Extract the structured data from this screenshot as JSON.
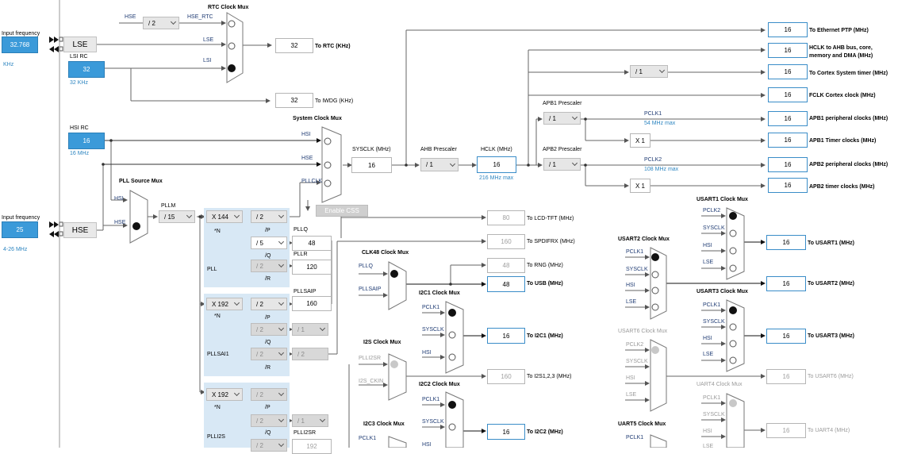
{
  "input_hse_left": {
    "title": "Input frequency",
    "value": "32.768",
    "unit": "KHz"
  },
  "lse": {
    "label": "LSE"
  },
  "lsi": {
    "title": "LSI RC",
    "value": "32",
    "unit": "32 KHz"
  },
  "hsi": {
    "title": "HSI RC",
    "value": "16",
    "unit": "16 MHz"
  },
  "input_hse": {
    "title": "Input frequency",
    "value": "25",
    "range": "4-26 MHz"
  },
  "hse": {
    "label": "HSE"
  },
  "rtc_mux": {
    "title": "RTC Clock Mux",
    "hse_label": "HSE",
    "div_value": "/ 2",
    "hse_rtc": "HSE_RTC",
    "lse": "LSE",
    "lsi": "LSI"
  },
  "rtc_out": {
    "value": "32",
    "label": "To RTC (KHz)"
  },
  "iwdg_out": {
    "value": "32",
    "label": "To IWDG (KHz)"
  },
  "sys_mux": {
    "title": "System Clock Mux",
    "hsi": "HSI",
    "hse": "HSE",
    "pllclk": "PLLCLK",
    "css": "Enable CSS"
  },
  "sysclk": {
    "label": "SYSCLK (MHz)",
    "value": "16"
  },
  "ahb": {
    "label": "AHB Prescaler",
    "value": "/ 1"
  },
  "hclk": {
    "label": "HCLK (MHz)",
    "value": "16",
    "max": "216 MHz max"
  },
  "apb1": {
    "label": "APB1 Prescaler",
    "value": "/ 1",
    "pclk": "PCLK1",
    "max": "54 MHz max"
  },
  "apb2": {
    "label": "APB2 Prescaler",
    "value": "/ 1",
    "pclk": "PCLK2",
    "max": "108 MHz max"
  },
  "cortex_div": {
    "value": "/ 1"
  },
  "outputs": [
    {
      "value": "16",
      "label": "To Ethernet PTP (MHz)"
    },
    {
      "value": "16",
      "label": "HCLK to AHB bus, core,",
      "label2": "memory and DMA (MHz)"
    },
    {
      "value": "16",
      "label": "To Cortex System timer (MHz)"
    },
    {
      "value": "16",
      "label": "FCLK Cortex clock (MHz)"
    },
    {
      "value": "16",
      "label": "APB1 peripheral clocks (MHz)"
    },
    {
      "value": "16",
      "label": "APB1 Timer clocks (MHz)"
    },
    {
      "value": "16",
      "label": "APB2 peripheral clocks (MHz)"
    },
    {
      "value": "16",
      "label": "APB2 timer clocks (MHz)"
    }
  ],
  "x1_a": "X 1",
  "x1_b": "X 1",
  "pll_src": {
    "title": "PLL Source Mux",
    "hsi": "HSI",
    "hse": "HSE"
  },
  "pllm": {
    "label": "PLLM",
    "value": "/ 15"
  },
  "pll": {
    "name": "PLL",
    "n": "X 144",
    "n_lbl": "*N",
    "p": "/ 2",
    "p_lbl": "/P",
    "q": "/ 5",
    "q_lbl": "/Q",
    "r": "/ 2",
    "r_lbl": "/R",
    "pllq": "PLLQ",
    "pllq_val": "48",
    "pllr": "PLLR",
    "pllr_val": "120"
  },
  "pllsai1": {
    "name": "PLLSAI1",
    "n": "X 192",
    "n_lbl": "*N",
    "p": "/ 2",
    "p_lbl": "/P",
    "q": "/ 2",
    "q_lbl": "/Q",
    "q2": "/ 1",
    "r": "/ 2",
    "r_lbl": "/R",
    "r2": "/ 2",
    "pllsaip": "PLLSAIP",
    "pllsaip_val": "160"
  },
  "plli2s": {
    "name": "PLLI2S",
    "n": "X 192",
    "n_lbl": "*N",
    "p": "/ 2",
    "p_lbl": "/P",
    "q": "/ 2",
    "q_lbl": "/Q",
    "q2": "/ 1",
    "r": "/ 2",
    "r_lbl": "/R",
    "plli2sr": "PLLI2SR",
    "plli2sr_val": "192"
  },
  "lcd": {
    "value": "80",
    "label": "To LCD-TFT (MHz)"
  },
  "spdif": {
    "value": "160",
    "label": "To SPDIFRX (MHz)"
  },
  "clk48": {
    "title": "CLK48 Clock Mux",
    "pllq": "PLLQ",
    "pllsaip": "PLLSAIP"
  },
  "rng": {
    "value": "48",
    "label": "To RNG (MHz)"
  },
  "usb": {
    "value": "48",
    "label": "To USB (MHz)"
  },
  "i2c1": {
    "title": "I2C1 Clock Mux",
    "in1": "PCLK1",
    "in2": "SYSCLK",
    "in3": "HSI",
    "value": "16",
    "label": "To I2C1 (MHz)"
  },
  "i2s": {
    "title": "I2S Clock Mux",
    "in1": "PLLI2SR",
    "in2": "I2S_CKIN",
    "value": "160",
    "label": "To I2S1,2,3 (MHz)"
  },
  "i2c2": {
    "title": "I2C2 Clock Mux",
    "in1": "PCLK1",
    "in2": "SYSCLK",
    "in3": "HSI",
    "value": "16",
    "label": "To I2C2 (MHz)"
  },
  "i2c3": {
    "title": "I2C3 Clock Mux",
    "in1": "PCLK1"
  },
  "usart1": {
    "title": "USART1 Clock Mux",
    "in1": "PCLK2",
    "in2": "SYSCLK",
    "in3": "HSI",
    "in4": "LSE",
    "value": "16",
    "label": "To USART1 (MHz)"
  },
  "usart2": {
    "title": "USART2 Clock Mux",
    "in1": "PCLK1",
    "in2": "SYSCLK",
    "in3": "HSI",
    "in4": "LSE",
    "value": "16",
    "label": "To USART2 (MHz)"
  },
  "usart3": {
    "title": "USART3 Clock Mux",
    "in1": "PCLK1",
    "in2": "SYSCLK",
    "in3": "HSI",
    "in4": "LSE",
    "value": "16",
    "label": "To USART3 (MHz)"
  },
  "usart6": {
    "title": "USART6 Clock Mux",
    "in1": "PCLK2",
    "in2": "SYSCLK",
    "in3": "HSI",
    "in4": "LSE",
    "value": "16",
    "label": "To USART6 (MHz)"
  },
  "uart4": {
    "title": "UART4 Clock Mux",
    "in1": "PCLK1",
    "in2": "SYSCLK",
    "in3": "HSI",
    "in4": "LSE",
    "value": "16",
    "label": "To UART4 (MHz)"
  },
  "uart5": {
    "title": "UART5 Clock Mux",
    "in1": "PCLK1"
  }
}
